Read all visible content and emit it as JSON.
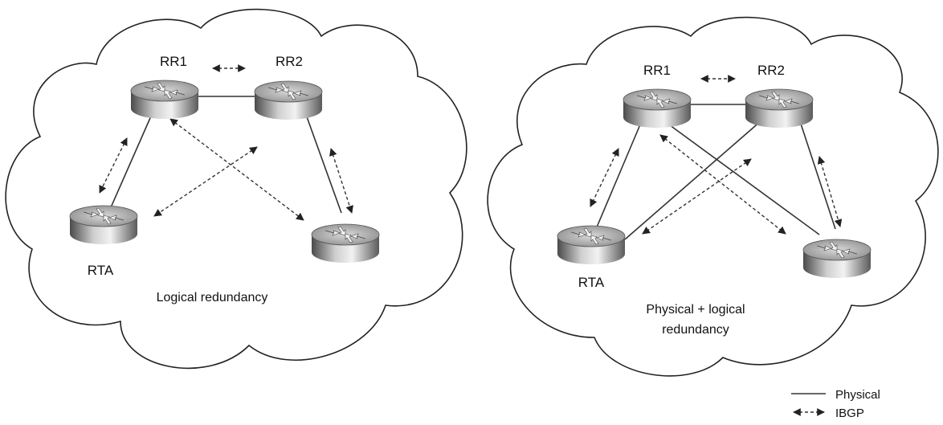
{
  "left_diagram": {
    "caption": "Logical redundancy",
    "routers": {
      "rr1": {
        "label": "RR1"
      },
      "rr2": {
        "label": "RR2"
      },
      "rta": {
        "label": "RTA"
      },
      "client": {
        "label": ""
      }
    }
  },
  "right_diagram": {
    "caption_line1": "Physical + logical",
    "caption_line2": "redundancy",
    "routers": {
      "rr1": {
        "label": "RR1"
      },
      "rr2": {
        "label": "RR2"
      },
      "rta": {
        "label": "RTA"
      },
      "client": {
        "label": ""
      }
    }
  },
  "legend": {
    "physical": "Physical",
    "ibgp": "IBGP"
  }
}
